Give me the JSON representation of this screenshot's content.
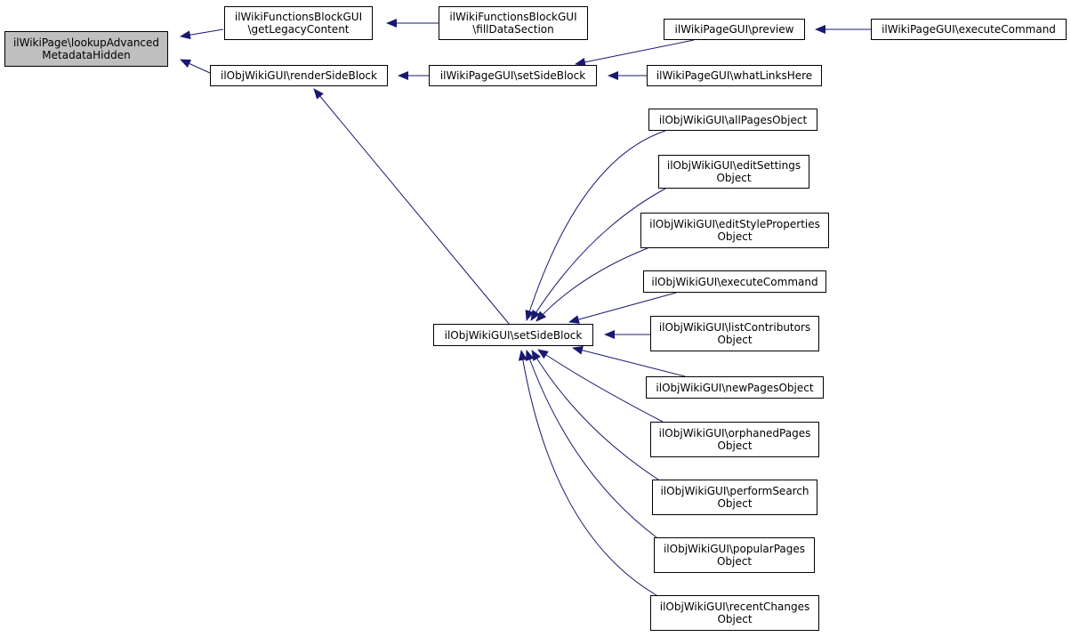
{
  "colors": {
    "edge": "#191970",
    "root_fill": "#bfbfbf",
    "node_fill": "#ffffff",
    "border": "#000000"
  },
  "nodes": [
    {
      "id": "root",
      "lines": [
        "ilWikiPage\\lookupAdvanced",
        "MetadataHidden"
      ],
      "root": true
    },
    {
      "id": "fb_legacy",
      "lines": [
        "ilWikiFunctionsBlockGUI",
        "\\getLegacyContent"
      ]
    },
    {
      "id": "fb_fill",
      "lines": [
        "ilWikiFunctionsBlockGUI",
        "\\fillDataSection"
      ]
    },
    {
      "id": "obj_render",
      "lines": [
        "ilObjWikiGUI\\renderSideBlock"
      ]
    },
    {
      "id": "wp_setside",
      "lines": [
        "ilWikiPageGUI\\setSideBlock"
      ]
    },
    {
      "id": "wp_preview",
      "lines": [
        "ilWikiPageGUI\\preview"
      ]
    },
    {
      "id": "wp_exec",
      "lines": [
        "ilWikiPageGUI\\executeCommand"
      ]
    },
    {
      "id": "wp_what",
      "lines": [
        "ilWikiPageGUI\\whatLinksHere"
      ]
    },
    {
      "id": "obj_setside",
      "lines": [
        "ilObjWikiGUI\\setSideBlock"
      ]
    },
    {
      "id": "obj_allpages",
      "lines": [
        "ilObjWikiGUI\\allPagesObject"
      ]
    },
    {
      "id": "obj_editset",
      "lines": [
        "ilObjWikiGUI\\editSettings",
        "Object"
      ]
    },
    {
      "id": "obj_editstyle",
      "lines": [
        "ilObjWikiGUI\\editStyleProperties",
        "Object"
      ]
    },
    {
      "id": "obj_exec",
      "lines": [
        "ilObjWikiGUI\\executeCommand"
      ]
    },
    {
      "id": "obj_listcontrib",
      "lines": [
        "ilObjWikiGUI\\listContributors",
        "Object"
      ]
    },
    {
      "id": "obj_newpages",
      "lines": [
        "ilObjWikiGUI\\newPagesObject"
      ]
    },
    {
      "id": "obj_orphaned",
      "lines": [
        "ilObjWikiGUI\\orphanedPages",
        "Object"
      ]
    },
    {
      "id": "obj_search",
      "lines": [
        "ilObjWikiGUI\\performSearch",
        "Object"
      ]
    },
    {
      "id": "obj_popular",
      "lines": [
        "ilObjWikiGUI\\popularPages",
        "Object"
      ]
    },
    {
      "id": "obj_recent",
      "lines": [
        "ilObjWikiGUI\\recentChanges",
        "Object"
      ]
    }
  ],
  "edges": [
    {
      "from": "fb_legacy",
      "to": "root"
    },
    {
      "from": "obj_render",
      "to": "root"
    },
    {
      "from": "fb_fill",
      "to": "fb_legacy"
    },
    {
      "from": "wp_setside",
      "to": "obj_render"
    },
    {
      "from": "obj_setside",
      "to": "obj_render"
    },
    {
      "from": "wp_preview",
      "to": "wp_setside"
    },
    {
      "from": "wp_what",
      "to": "wp_setside"
    },
    {
      "from": "wp_exec",
      "to": "wp_preview"
    },
    {
      "from": "obj_allpages",
      "to": "obj_setside"
    },
    {
      "from": "obj_editset",
      "to": "obj_setside"
    },
    {
      "from": "obj_editstyle",
      "to": "obj_setside"
    },
    {
      "from": "obj_exec",
      "to": "obj_setside"
    },
    {
      "from": "obj_listcontrib",
      "to": "obj_setside"
    },
    {
      "from": "obj_newpages",
      "to": "obj_setside"
    },
    {
      "from": "obj_orphaned",
      "to": "obj_setside"
    },
    {
      "from": "obj_search",
      "to": "obj_setside"
    },
    {
      "from": "obj_popular",
      "to": "obj_setside"
    },
    {
      "from": "obj_recent",
      "to": "obj_setside"
    }
  ]
}
